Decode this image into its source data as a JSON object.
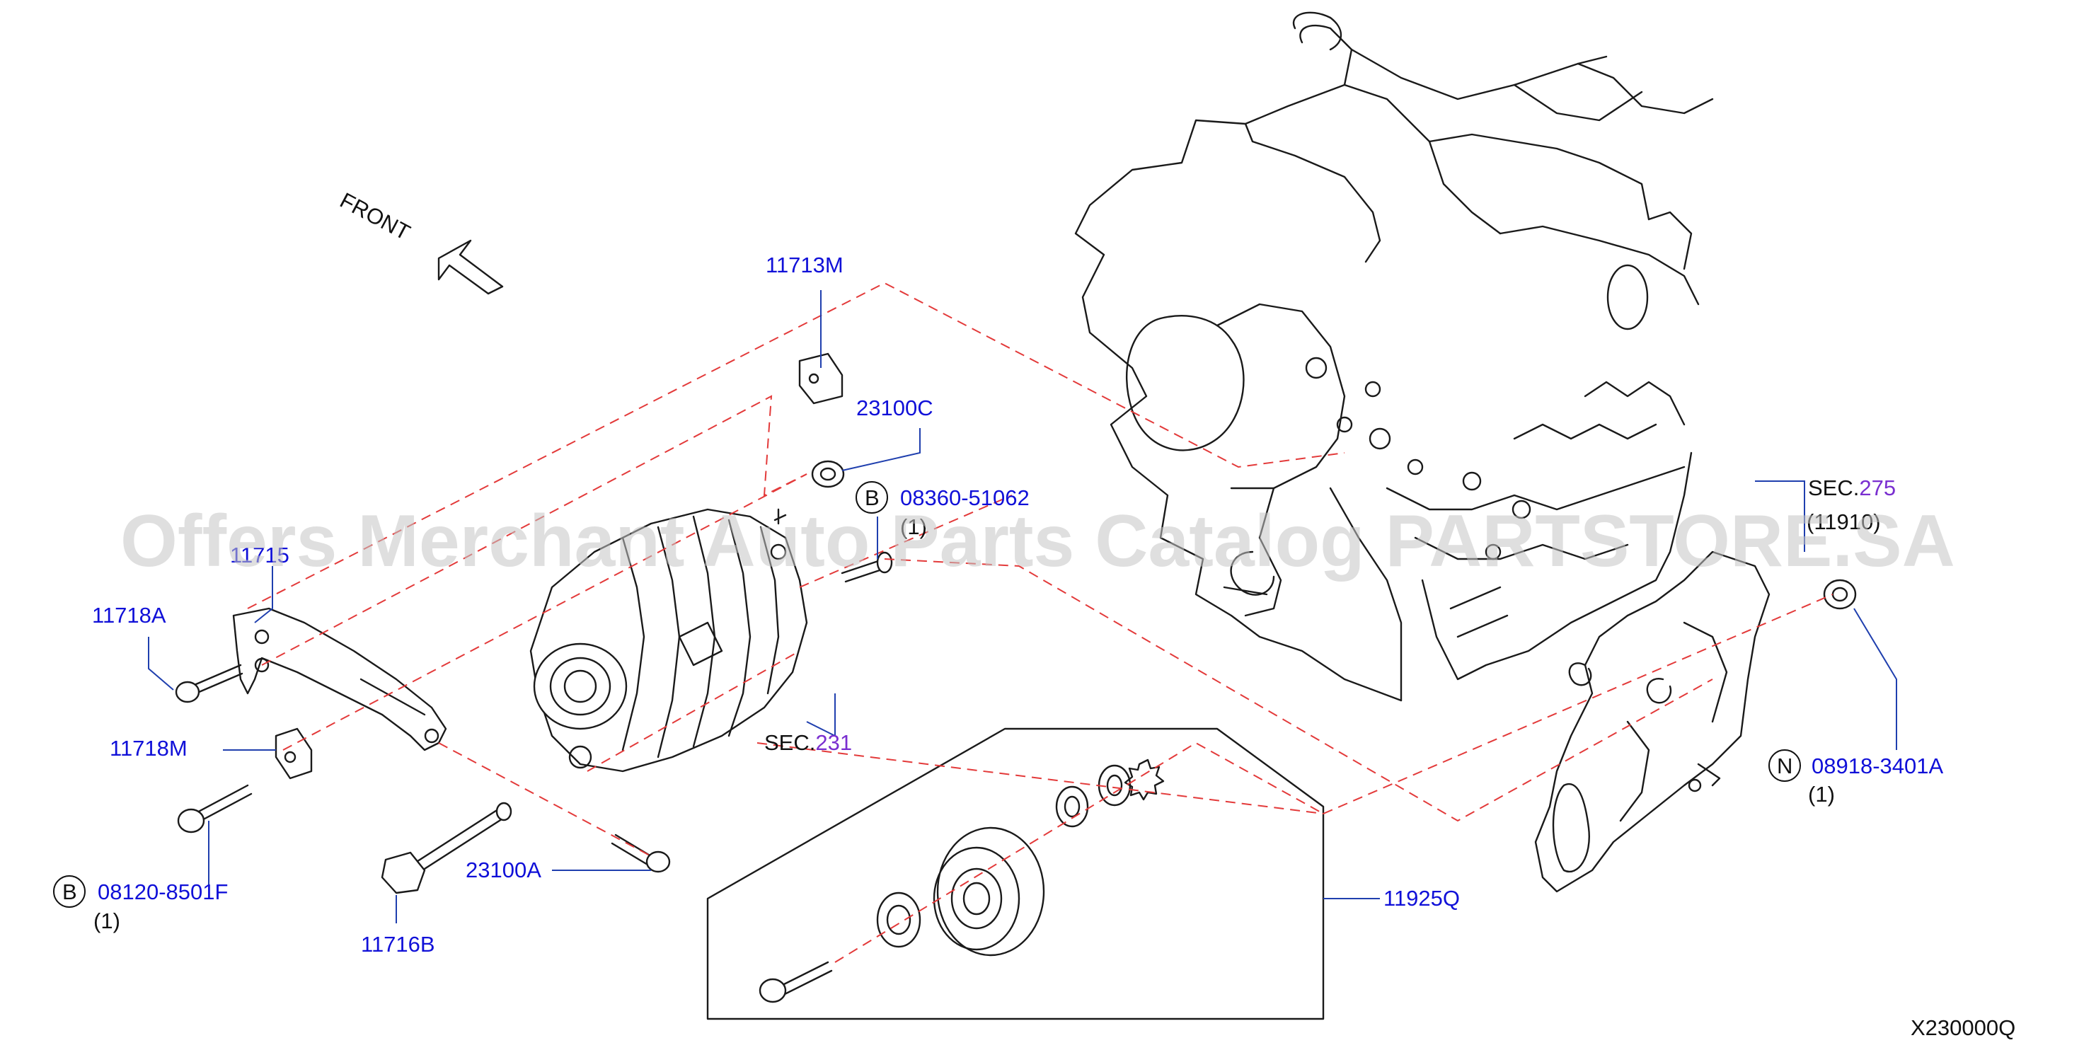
{
  "direction_label": "FRONT",
  "watermark": "Offers Merchant Auto Parts Catalog PARTSTORE.SA",
  "diagram_code": "X230000Q",
  "parts": {
    "p11713M": "11713M",
    "p23100C": "23100C",
    "p08360": "08360-51062",
    "p08360_qty": "(1)",
    "p11715": "11715",
    "p11718A": "11718A",
    "p11718M": "11718M",
    "p08120": "08120-8501F",
    "p08120_qty": "(1)",
    "p23100A": "23100A",
    "p11716B": "11716B",
    "p11925Q": "11925Q",
    "p08918": "08918-3401A",
    "p08918_qty": "(1)"
  },
  "sections": {
    "sec231_prefix": "SEC.",
    "sec231_num": "231",
    "sec275_prefix": "SEC.",
    "sec275_num": "275",
    "sec275_sub": "(11910)"
  },
  "badges": {
    "b1": "B",
    "b2": "B",
    "n1": "N"
  },
  "colors": {
    "label_blue": "#1010d8",
    "section_purple": "#7a2fd0",
    "dashed_red": "#e33a3a",
    "leader_blue": "#1f3fae"
  }
}
